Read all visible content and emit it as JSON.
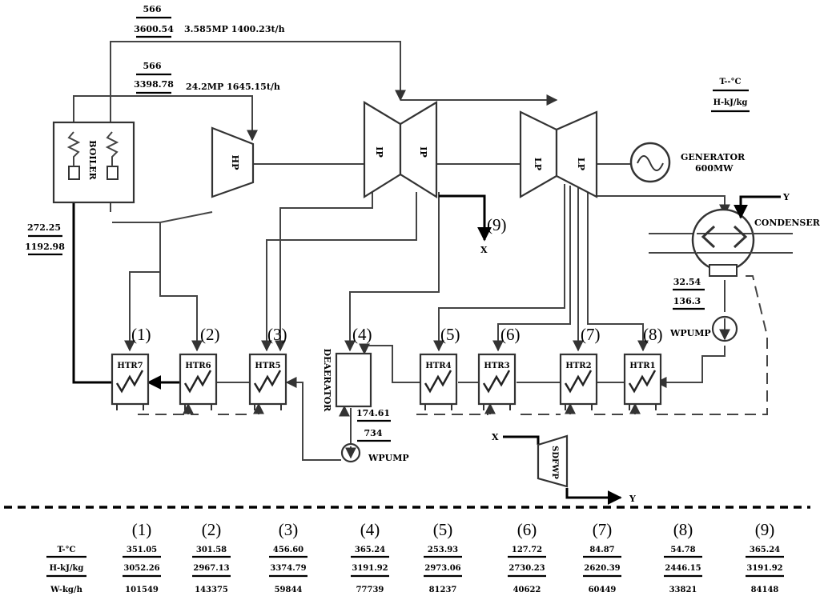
{
  "units": {
    "temperature": "T--°C",
    "enthalpy": "H-kJ/kg"
  },
  "main_steam": {
    "temperature": "566",
    "enthalpy": "3398.78",
    "flow": "24.2MP  1645.15t/h"
  },
  "reheat_steam": {
    "temperature": "566",
    "enthalpy": "3600.54",
    "flow": "3.585MP  1400.23t/h"
  },
  "feedwater": {
    "temperature": "272.25",
    "enthalpy": "1192.98"
  },
  "condensate": {
    "temperature": "32.54",
    "enthalpy": "136.3"
  },
  "deaerator_outlet": {
    "temperature": "174.61",
    "enthalpy": "734"
  },
  "equipment": {
    "boiler": "BOILER",
    "hp": "HP",
    "ip_left": "IP",
    "ip_right": "IP",
    "lp_left": "LP",
    "lp_right": "LP",
    "generator_line1": "GENERATOR",
    "generator_line2": "600MW",
    "condenser": "CONDENSER",
    "deaerator": "DEAERATOR",
    "cond_pump": "WPUMP",
    "feed_pump": "WPUMP",
    "sdfwp": "SDFWP"
  },
  "heaters": [
    "HTR7",
    "HTR6",
    "HTR5",
    "HTR4",
    "HTR3",
    "HTR2",
    "HTR1"
  ],
  "extraction_labels": [
    "(1)",
    "(2)",
    "(3)",
    "(4)",
    "(5)",
    "(6)",
    "(7)",
    "(8)"
  ],
  "port_labels": {
    "extraction_9": "(9)",
    "x_top": "X",
    "x_sdfwp": "X",
    "y_condenser": "Y",
    "y_sdfwp": "Y"
  },
  "table": {
    "row_labels": [
      "T-°C",
      "H-kJ/kg",
      "W-kg/h"
    ],
    "columns": [
      {
        "label": "(1)",
        "t": "351.05",
        "h": "3052.26",
        "w": "101549"
      },
      {
        "label": "(2)",
        "t": "301.58",
        "h": "2967.13",
        "w": "143375"
      },
      {
        "label": "(3)",
        "t": "456.60",
        "h": "3374.79",
        "w": "59844"
      },
      {
        "label": "(4)",
        "t": "365.24",
        "h": "3191.92",
        "w": "77739"
      },
      {
        "label": "(5)",
        "t": "253.93",
        "h": "2973.06",
        "w": "81237"
      },
      {
        "label": "(6)",
        "t": "127.72",
        "h": "2730.23",
        "w": "40622"
      },
      {
        "label": "(7)",
        "t": "84.87",
        "h": "2620.39",
        "w": "60449"
      },
      {
        "label": "(8)",
        "t": "54.78",
        "h": "2446.15",
        "w": "33821"
      },
      {
        "label": "(9)",
        "t": "365.24",
        "h": "3191.92",
        "w": "84148"
      }
    ]
  }
}
